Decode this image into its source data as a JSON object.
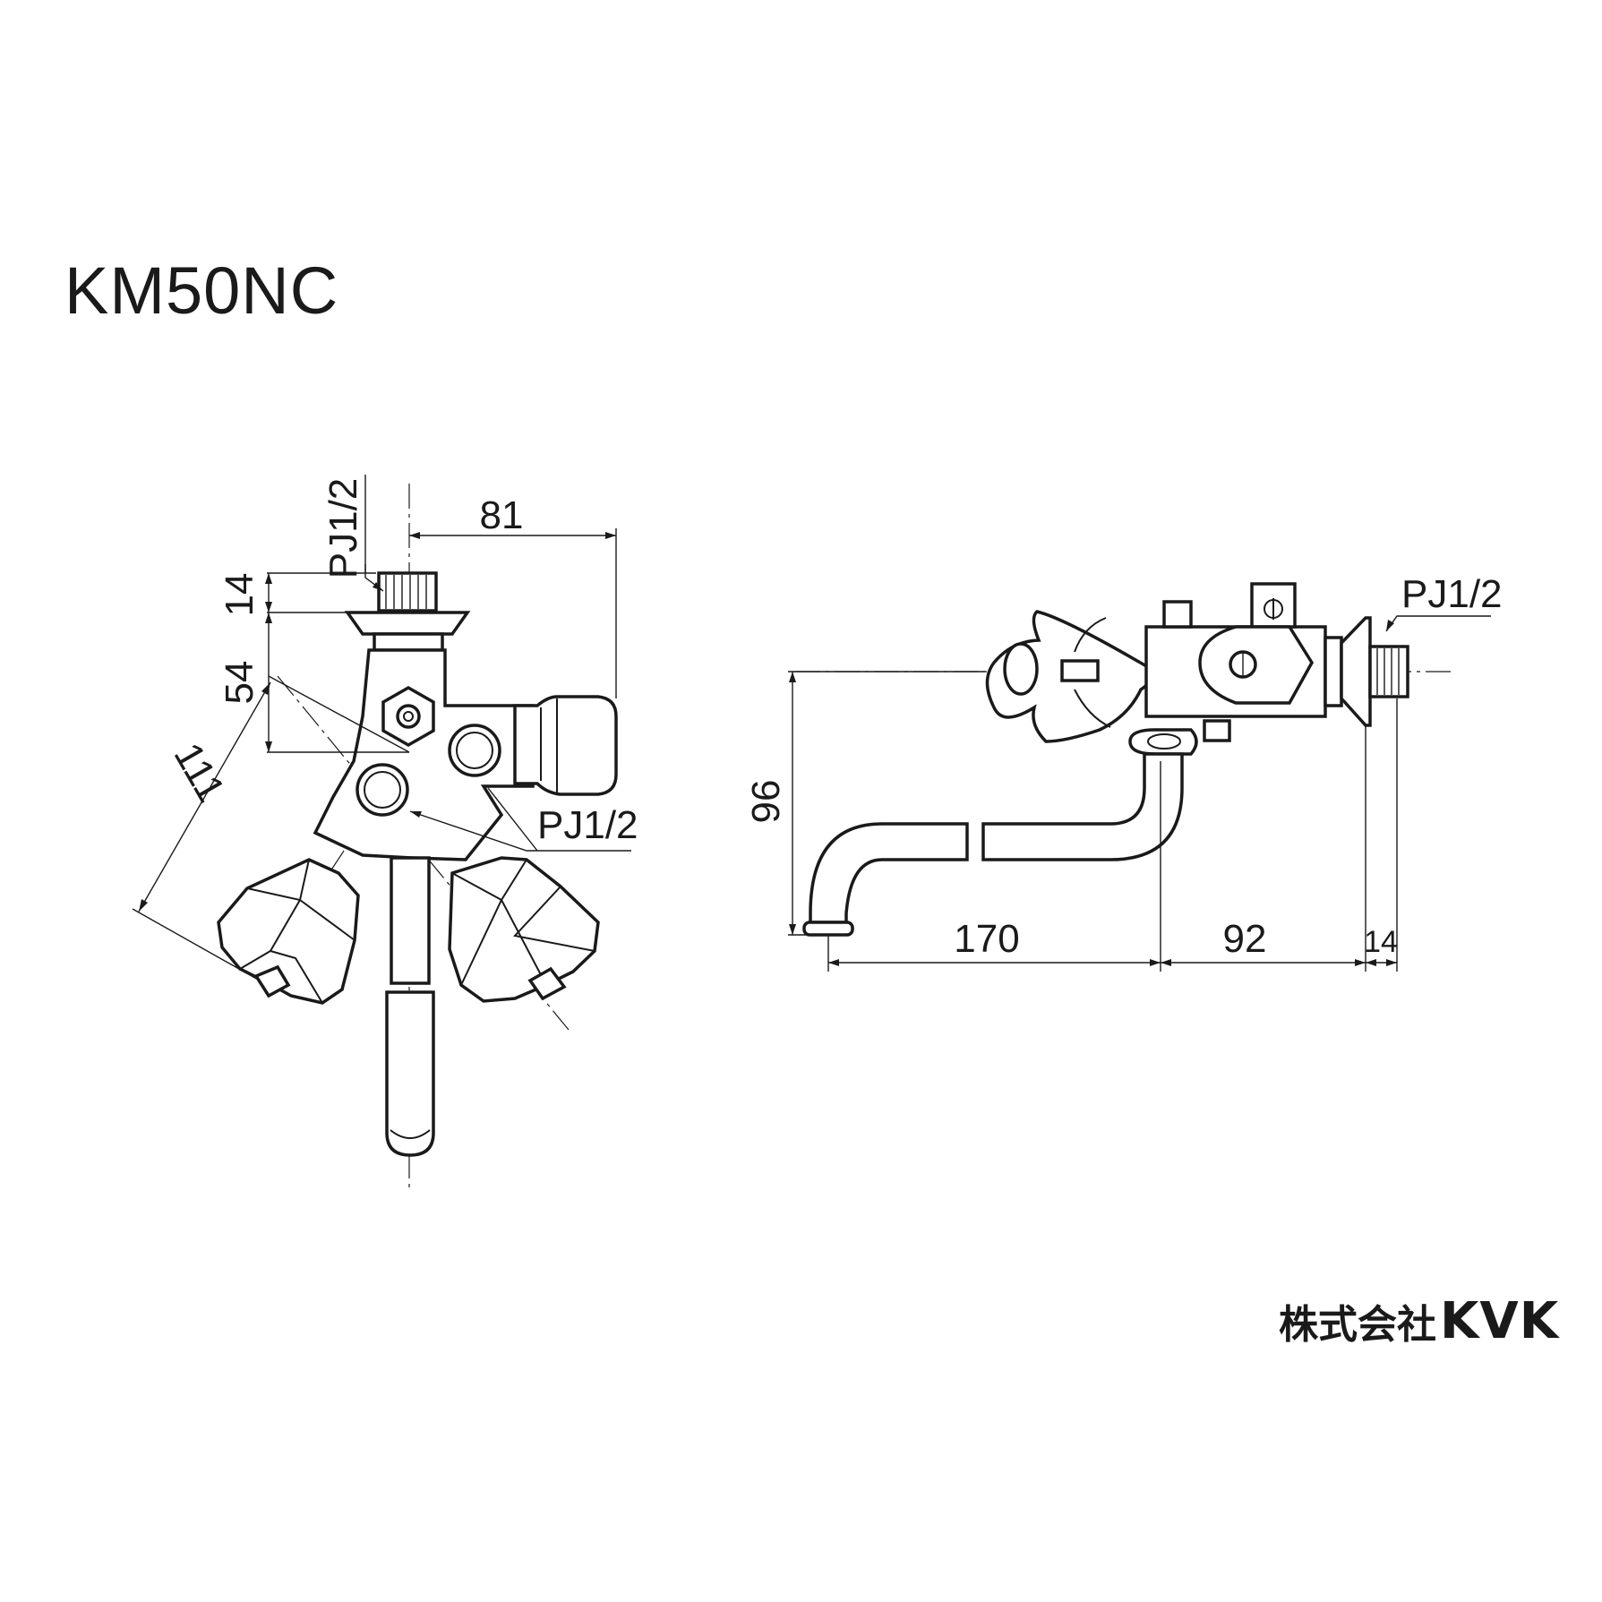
{
  "title": "KM50NC",
  "company": {
    "prefix": "株式会社",
    "brand": "KVK"
  },
  "front_view": {
    "thread_top": "PJ1/2",
    "thread_side": "PJ1/2",
    "dim_width": "81",
    "dim_thread_height": "14",
    "dim_body_height": "54",
    "dim_handle_reach": "111"
  },
  "side_view": {
    "thread": "PJ1/2",
    "dim_spout_height": "96",
    "dim_spout_length": "170",
    "dim_body_depth": "92",
    "dim_thread_depth": "14"
  }
}
